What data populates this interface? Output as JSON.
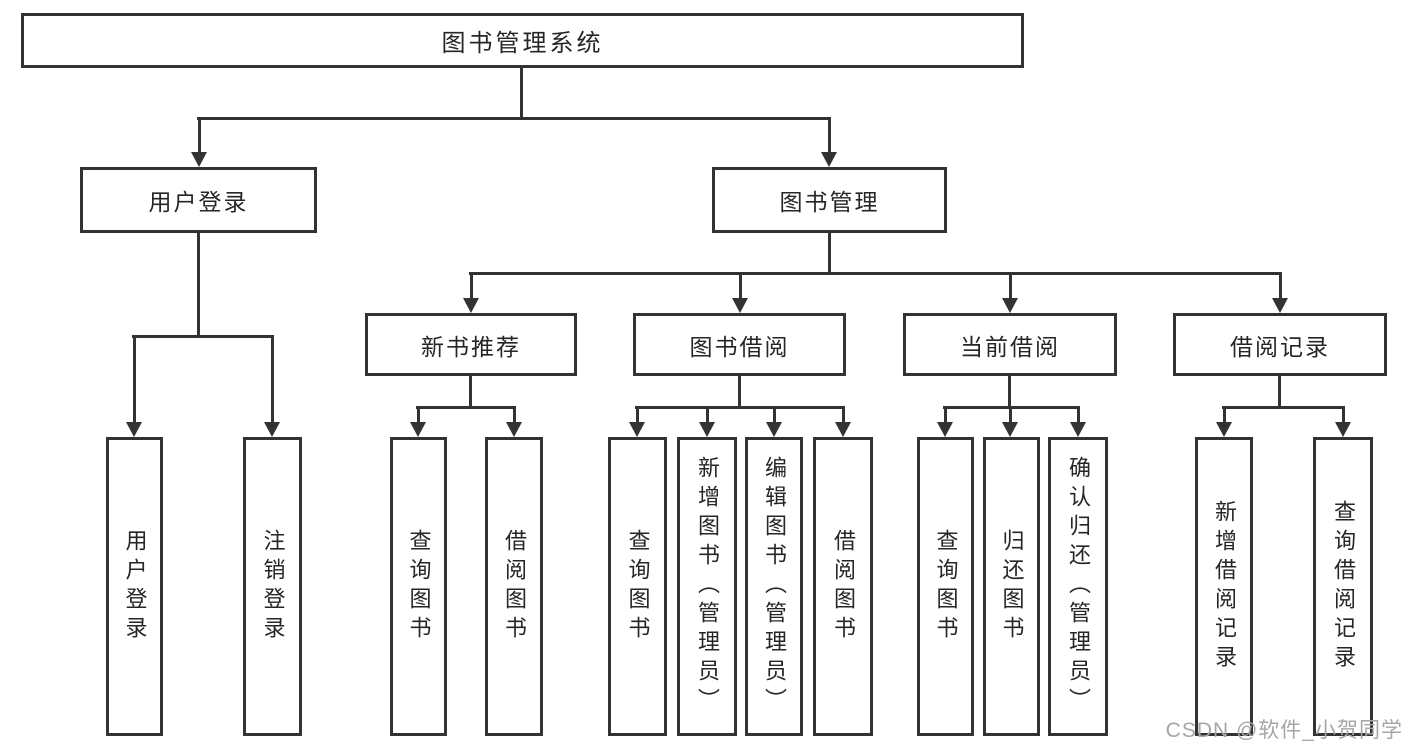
{
  "diagram": {
    "root": {
      "label": "图书管理系统"
    },
    "branches": [
      {
        "label": "用户登录",
        "children": [
          {
            "label": "用户登录"
          },
          {
            "label": "注销登录"
          }
        ]
      },
      {
        "label": "图书管理",
        "children": [
          {
            "label": "新书推荐",
            "children": [
              {
                "label": "查询图书"
              },
              {
                "label": "借阅图书"
              }
            ]
          },
          {
            "label": "图书借阅",
            "children": [
              {
                "label": "查询图书"
              },
              {
                "label": "新增图书（管理员）"
              },
              {
                "label": "编辑图书（管理员）"
              },
              {
                "label": "借阅图书"
              }
            ]
          },
          {
            "label": "当前借阅",
            "children": [
              {
                "label": "查询图书"
              },
              {
                "label": "归还图书"
              },
              {
                "label": "确认归还（管理员）"
              }
            ]
          },
          {
            "label": "借阅记录",
            "children": [
              {
                "label": "新增借阅记录"
              },
              {
                "label": "查询借阅记录"
              }
            ]
          }
        ]
      }
    ]
  },
  "watermark": {
    "text": "CSDN @软件_小贺同学"
  },
  "colors": {
    "line": "#333333",
    "text": "#262626",
    "watermark": "#a6a6a6",
    "background": "#ffffff"
  }
}
